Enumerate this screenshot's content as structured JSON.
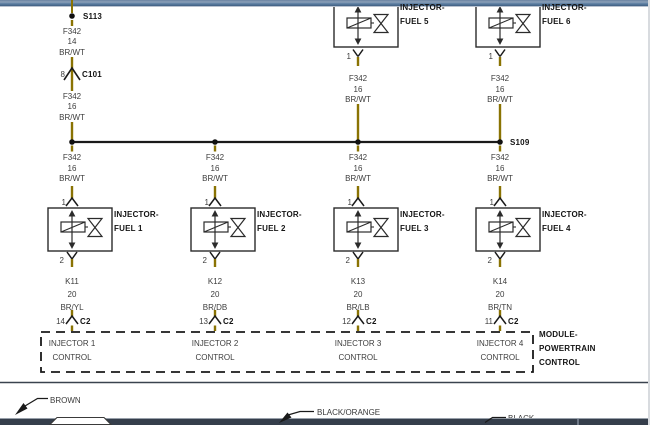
{
  "diagram": {
    "splices": {
      "s113": "S113",
      "s109": "S109"
    },
    "connector_c101": {
      "pin": "8",
      "label": "C101"
    },
    "feed_wire_14": {
      "circuit": "F342",
      "gauge": "14",
      "color_code": "BR/WT"
    },
    "feed_wire_16": {
      "circuit": "F342",
      "gauge": "16",
      "color_code": "BR/WT"
    },
    "top_injectors": [
      {
        "label_line1": "INJECTOR-",
        "label_line2": "FUEL 5",
        "pin": "1",
        "wire": {
          "circuit": "F342",
          "gauge": "16",
          "color_code": "BR/WT"
        }
      },
      {
        "label_line1": "INJECTOR-",
        "label_line2": "FUEL 6",
        "pin": "1",
        "wire": {
          "circuit": "F342",
          "gauge": "16",
          "color_code": "BR/WT"
        }
      }
    ],
    "columns": [
      {
        "feed_wire": {
          "circuit": "F342",
          "gauge": "16",
          "color_code": "BR/WT"
        },
        "pin_top": "1",
        "label_line1": "INJECTOR-",
        "label_line2": "FUEL 1",
        "pin_bottom": "2",
        "out_wire": {
          "circuit": "K11",
          "gauge": "20",
          "color_code": "BR/YL"
        },
        "c2_pin": "14",
        "c2_label": "C2",
        "module_line1": "INJECTOR 1",
        "module_line2": "CONTROL"
      },
      {
        "feed_wire": {
          "circuit": "F342",
          "gauge": "16",
          "color_code": "BR/WT"
        },
        "pin_top": "1",
        "label_line1": "INJECTOR-",
        "label_line2": "FUEL 2",
        "pin_bottom": "2",
        "out_wire": {
          "circuit": "K12",
          "gauge": "20",
          "color_code": "BR/DB"
        },
        "c2_pin": "13",
        "c2_label": "C2",
        "module_line1": "INJECTOR 2",
        "module_line2": "CONTROL"
      },
      {
        "feed_wire": {
          "circuit": "F342",
          "gauge": "16",
          "color_code": "BR/WT"
        },
        "pin_top": "1",
        "label_line1": "INJECTOR-",
        "label_line2": "FUEL 3",
        "pin_bottom": "2",
        "out_wire": {
          "circuit": "K13",
          "gauge": "20",
          "color_code": "BR/LB"
        },
        "c2_pin": "12",
        "c2_label": "C2",
        "module_line1": "INJECTOR 3",
        "module_line2": "CONTROL"
      },
      {
        "feed_wire": {
          "circuit": "F342",
          "gauge": "16",
          "color_code": "BR/WT"
        },
        "pin_top": "1",
        "label_line1": "INJECTOR-",
        "label_line2": "FUEL 4",
        "pin_bottom": "2",
        "out_wire": {
          "circuit": "K14",
          "gauge": "20",
          "color_code": "BR/TN"
        },
        "c2_pin": "11",
        "c2_label": "C2",
        "module_line1": "INJECTOR 4",
        "module_line2": "CONTROL"
      }
    ],
    "module_label": {
      "line1": "MODULE-",
      "line2": "POWERTRAIN",
      "line3": "CONTROL"
    }
  },
  "legend": {
    "items": [
      {
        "label": "BROWN"
      },
      {
        "label": "BLACK/ORANGE"
      },
      {
        "label": "BLACK"
      }
    ]
  },
  "colors": {
    "wire_brown": "#8a7303",
    "line_black": "#1a1a1a",
    "header_bar_blue": "#5f80a4",
    "bottom_bar": "#353e4b"
  }
}
